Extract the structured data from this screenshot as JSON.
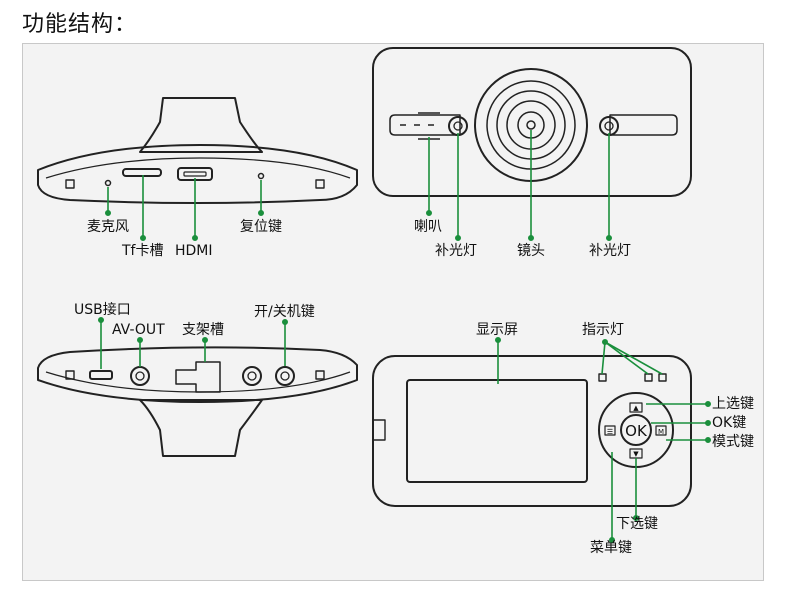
{
  "title": "功能结构：",
  "labels": {
    "mic": "麦克风",
    "tf_slot": "Tf卡槽",
    "hdmi": "HDMI",
    "reset": "复位键",
    "speaker": "喇叭",
    "fill_light_left": "补光灯",
    "lens": "镜头",
    "fill_light_right": "补光灯",
    "usb": "USB接口",
    "av_out": "AV-OUT",
    "mount_slot": "支架槽",
    "power_key": "开/关机键",
    "screen": "显示屏",
    "indicator": "指示灯",
    "up_key": "上选键",
    "ok_key": "OK键",
    "mode_key": "模式键",
    "down_key": "下选键",
    "menu_key": "菜单键"
  },
  "device_text": {
    "ok": "OK",
    "m": "M",
    "menu": "☰",
    "up": "▲",
    "down": "▼"
  },
  "colors": {
    "leader": "#1a8f3c",
    "outline": "#222222",
    "panel": "#f3f3f3"
  }
}
